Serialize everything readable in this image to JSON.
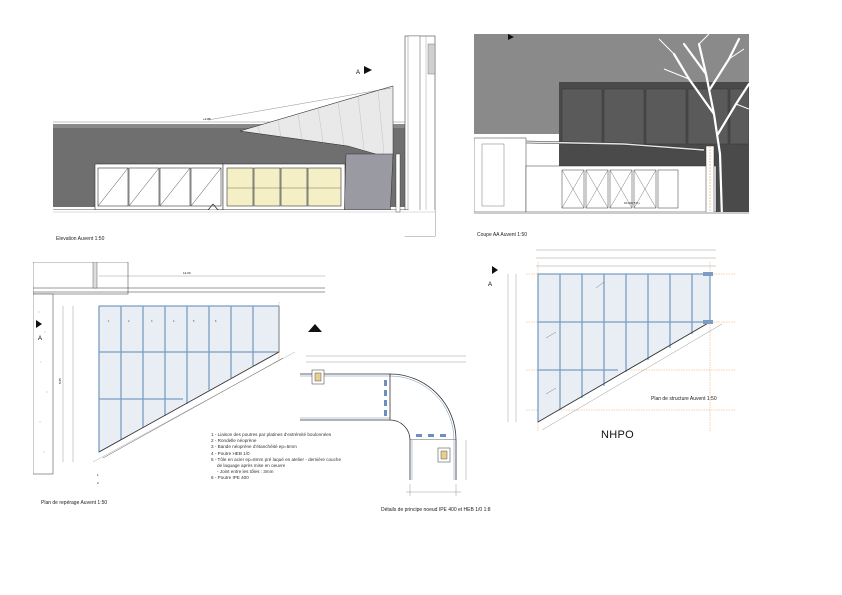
{
  "captions": {
    "elevation": "Elevation Auvent 1:50",
    "section": "Coupe AA Auvent 1:50",
    "marking_plan": "Plan de repérage Auvent 1:50",
    "detail": "Détails de principe noeud IPE 400 et HEB 1/0 1:8",
    "structure_plan": "Plan de structure Auvent 1:50"
  },
  "legend": [
    "1 - Liaison des poutres par platines d'extrémité boulonnées",
    "2 - Rondelle néoprène",
    "3 - Bande néoprène d'étanchéité ep=5mm",
    "4 - Poutre HEB 1/0",
    "5 - Tôle en acier ep=8mm pré laqué en atelier - dernière couche",
    "de laquage après mise en oeuvre",
    "- Joint entre les tôles : 3mm",
    "6 - Poutre IPE 400"
  ],
  "section_markers": {
    "a1": "A",
    "a2": "A",
    "a3": "A"
  },
  "stamp": "NHPO",
  "colors": {
    "wall": "#7a7a7a",
    "dark_panel": "#3e3e3e",
    "glass": "#f4efc4",
    "steel_blue": "#7b9dc2",
    "orange": "#e08a3c"
  }
}
